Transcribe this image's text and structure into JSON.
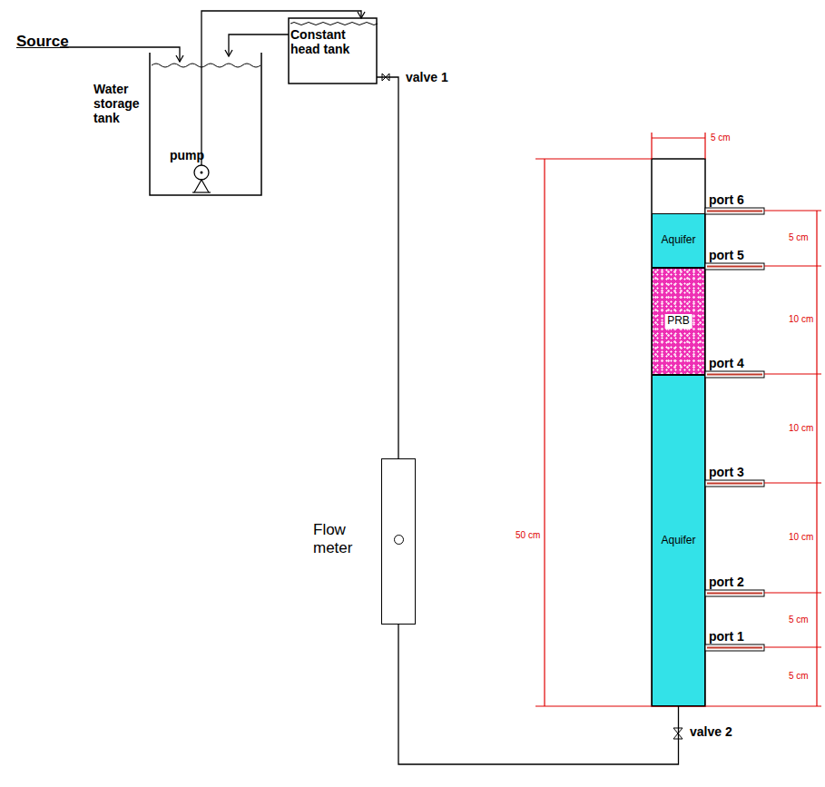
{
  "diagram": {
    "nodes": [
      {
        "text": [
          "Water storage tank",
          "pump"
        ]
      },
      {
        "text": [
          "Constant head tank"
        ]
      },
      {
        "text": [
          "Flow meter"
        ]
      },
      {
        "text": [
          "Aquifer"
        ]
      },
      {
        "text": [
          "PRB"
        ]
      },
      {
        "text": [
          "Aquifer"
        ]
      }
    ],
    "edges": [
      {
        "from": 0,
        "to": 1,
        "arrow": "to"
      },
      {
        "from": 1,
        "to": 0,
        "arrow": "to"
      },
      {
        "from": 1,
        "to": 2,
        "arrow": "none"
      },
      {
        "from": 2,
        "to": 5,
        "arrow": "none"
      }
    ],
    "labels": [
      "Source",
      "valve 1",
      "valve 2",
      "port 6",
      "port 5",
      "port 4",
      "port 3",
      "port 2",
      "port 1",
      "5 cm",
      "50 cm",
      "5 cm",
      "10 cm",
      "10 cm",
      "10 cm",
      "5 cm",
      "5 cm"
    ]
  }
}
